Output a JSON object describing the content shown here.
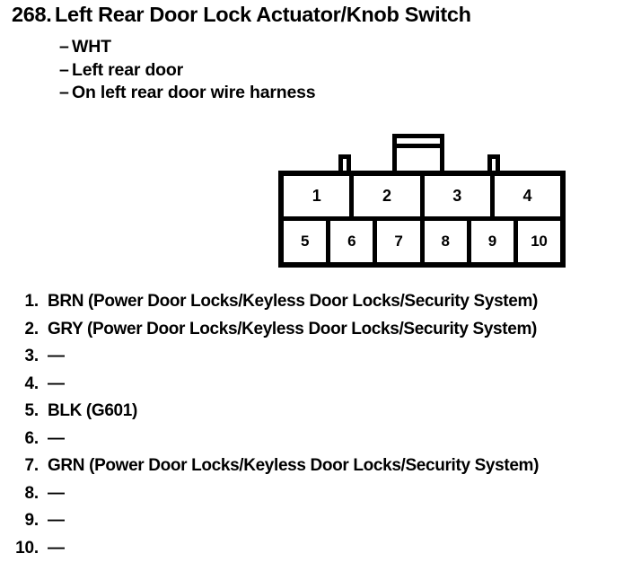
{
  "header": {
    "number": "268.",
    "title": "Left Rear Door Lock Actuator/Knob Switch",
    "dash": "–",
    "subitems": [
      {
        "text": "WHT"
      },
      {
        "text": "Left rear door"
      },
      {
        "text": "On left rear door wire harness"
      }
    ]
  },
  "connector": {
    "top_row": [
      {
        "pin": "1"
      },
      {
        "pin": "2"
      },
      {
        "pin": "3"
      },
      {
        "pin": "4"
      }
    ],
    "bottom_row": [
      {
        "pin": "5"
      },
      {
        "pin": "6"
      },
      {
        "pin": "7"
      },
      {
        "pin": "8"
      },
      {
        "pin": "9"
      },
      {
        "pin": "10"
      }
    ]
  },
  "pin_list": [
    {
      "num": "1.",
      "desc": "BRN (Power Door Locks/Keyless Door Locks/Security System)"
    },
    {
      "num": "2.",
      "desc": "GRY (Power Door Locks/Keyless Door Locks/Security System)"
    },
    {
      "num": "3.",
      "desc": "—"
    },
    {
      "num": "4.",
      "desc": "—"
    },
    {
      "num": "5.",
      "desc": "BLK (G601)"
    },
    {
      "num": "6.",
      "desc": "—"
    },
    {
      "num": "7.",
      "desc": "GRN (Power Door Locks/Keyless Door Locks/Security System)"
    },
    {
      "num": "8.",
      "desc": "—"
    },
    {
      "num": "9.",
      "desc": "—"
    },
    {
      "num": "10.",
      "desc": "—"
    }
  ],
  "colors": {
    "ink": "#000000",
    "paper": "#ffffff"
  }
}
